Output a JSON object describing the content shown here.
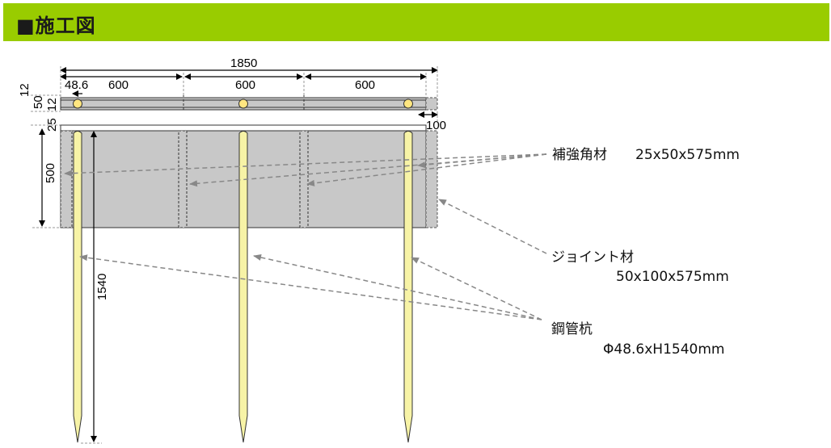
{
  "header": {
    "title": "■施工図"
  },
  "dimensions": {
    "total_width": "1850",
    "pipe_diameter": "48.6",
    "span_1": "600",
    "span_2": "600",
    "span_3": "600",
    "top_12": "12",
    "top_50": "50",
    "top_12b": "12",
    "gap_25": "25",
    "overhang": "100",
    "panel_height": "500",
    "pile_length": "1540"
  },
  "callouts": {
    "reinforcement": {
      "name": "補強角材",
      "size": "25x50x575mm"
    },
    "joint": {
      "name": "ジョイント材",
      "size": "50x100x575mm"
    },
    "pile": {
      "name": "鋼管杭",
      "size": "Φ48.6xH1540mm"
    }
  },
  "colors": {
    "header": "#99cc00",
    "panel": "#c8c8c8",
    "pile": "#f7f3a6",
    "leader": "#888888"
  }
}
